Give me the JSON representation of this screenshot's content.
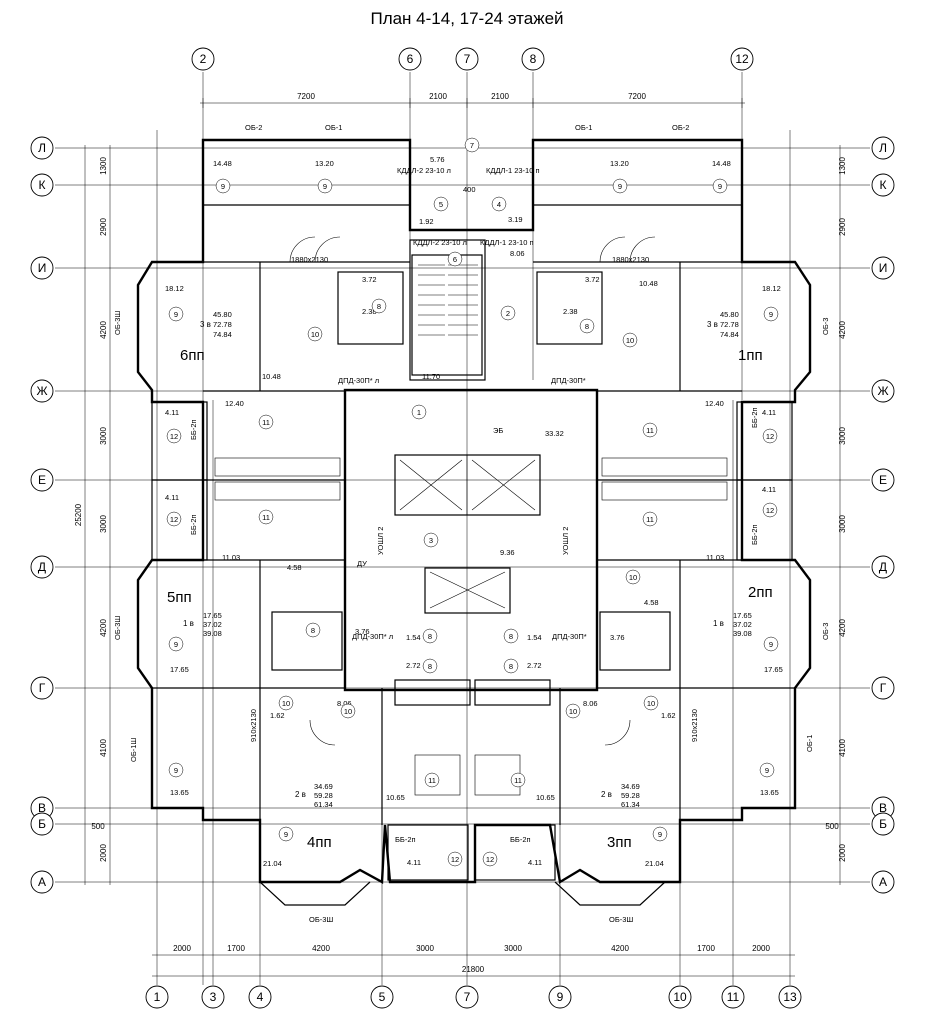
{
  "title": "План 4-14, 17-24 этажей",
  "axes": {
    "top": [
      "2",
      "6",
      "7",
      "8",
      "12"
    ],
    "bottom": [
      "1",
      "3",
      "4",
      "5",
      "7",
      "9",
      "10",
      "11",
      "13"
    ],
    "left": [
      "Л",
      "К",
      "И",
      "Ж",
      "Е",
      "Д",
      "Г",
      "В",
      "Б",
      "А"
    ],
    "right": [
      "Л",
      "К",
      "И",
      "Ж",
      "Е",
      "Д",
      "Г",
      "В",
      "Б",
      "А"
    ]
  },
  "dims": {
    "top": [
      "7200",
      "2100",
      "2100",
      "7200"
    ],
    "bottom": [
      "2000",
      "1700",
      "4200",
      "3000",
      "3000",
      "4200",
      "1700",
      "2000"
    ],
    "bottom_total": "21800",
    "left": [
      "1300",
      "2900",
      "4200",
      "3000",
      "3000",
      "4200",
      "4100",
      "500",
      "2000"
    ],
    "left_total": "25200",
    "right": [
      "1300",
      "2900",
      "4200",
      "3000",
      "3000",
      "4200",
      "4100",
      "500",
      "2000"
    ]
  },
  "apartments": {
    "a6": "6пп",
    "a1": "1пп",
    "a5": "5пп",
    "a2": "2пп",
    "a4": "4пп",
    "a3": "3пп"
  },
  "apt_info": {
    "a6": {
      "type": "3 в",
      "a": "45.80",
      "b": "72.78",
      "c": "74.84"
    },
    "a1": {
      "type": "3 в",
      "a": "45.80",
      "b": "72.78",
      "c": "74.84"
    },
    "a5": {
      "type": "1 в",
      "a": "17.65",
      "b": "37.02",
      "c": "39.08"
    },
    "a2": {
      "type": "1 в",
      "a": "17.65",
      "b": "37.02",
      "c": "39.08"
    },
    "a4": {
      "type": "2 в",
      "a": "34.69",
      "b": "59.28",
      "c": "61.34"
    },
    "a3": {
      "type": "2 в",
      "a": "34.69",
      "b": "59.28",
      "c": "61.34"
    }
  },
  "areas": {
    "l1": "14.48",
    "l2": "13.20",
    "l3": "5.76",
    "l4": "13.20",
    "l5": "14.48",
    "l6": "18.12",
    "l7": "18.12",
    "l8": "10.48",
    "l9": "10.48",
    "l10": "11.70",
    "l11": "12.40",
    "l12": "12.40",
    "l13": "4.11",
    "l14": "4.11",
    "l15": "4.11",
    "l16": "4.11",
    "l17": "33.32",
    "l18": "9.36",
    "l19": "11.03",
    "l20": "11.03",
    "l21": "4.58",
    "l22": "4.58",
    "l23": "3.76",
    "l24": "3.76",
    "l25": "1.54",
    "l26": "1.54",
    "l27": "2.72",
    "l28": "2.72",
    "l29": "17.65",
    "l30": "17.65",
    "l31": "1.62",
    "l32": "1.62",
    "l33": "8.06",
    "l34": "8.06",
    "l35": "13.65",
    "l36": "13.65",
    "l37": "10.65",
    "l38": "10.65",
    "l39": "21.04",
    "l40": "21.04",
    "l41": "4.11",
    "l42": "4.11",
    "l43": "2.38",
    "l44": "2.38",
    "l45": "1.92",
    "l46": "3.19",
    "l47": "8.06",
    "l48": "3.72",
    "l49": "3.72"
  },
  "labels": {
    "ob2a": "ОБ-2",
    "ob1a": "ОБ-1",
    "ob1b": "ОБ-1",
    "ob2b": "ОБ-2",
    "ob3w_l": "ОБ-3Ш",
    "ob3_r": "ОБ-3",
    "ob3w_l2": "ОБ-3Ш",
    "ob3_r2": "ОБ-3",
    "ob1w_l": "ОБ-1Ш",
    "ob1_r": "ОБ-1",
    "ob3w_b1": "ОБ-3Ш",
    "ob3w_b2": "ОБ-3Ш",
    "bb1": "ББ-2п",
    "bb2": "ББ-2п",
    "bb3": "ББ-2п",
    "bb4": "ББ-2п",
    "bb5": "ББ-2п",
    "bb6": "ББ-2п",
    "kddl1": "КДДЛ-2 23-10 л",
    "kddl2": "КДДЛ-1 23-10 п",
    "kddl3": "КДДЛ-2 23-10 л",
    "kddl4": "КДДЛ-1 23-10 п",
    "dpd1": "ДПД-30П* л",
    "dpd2": "ДПД-30П*",
    "dpd3": "ДПД-30П* л",
    "dpd4": "ДПД-30П*",
    "eb": "ЭБ",
    "ushl1": "УОШЛ 2",
    "ushl2": "УОШЛ 2",
    "du": "ДУ",
    "door1": "1880х2130",
    "door2": "1880х2130",
    "door3": "910х2130",
    "door4": "910х2130",
    "d400": "400"
  }
}
